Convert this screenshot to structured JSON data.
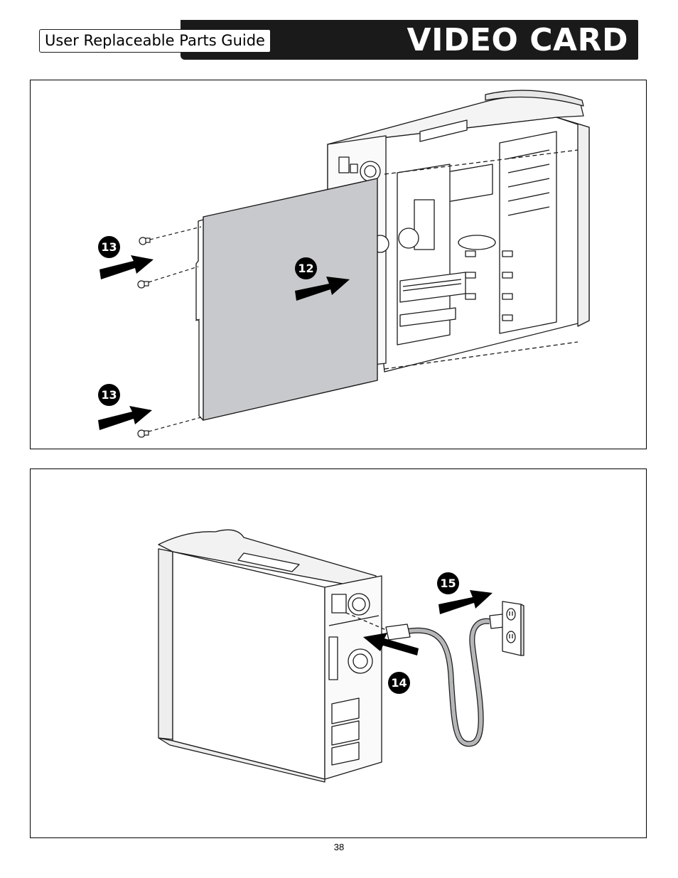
{
  "header": {
    "guide_label": "User Replaceable Parts Guide",
    "section_title": "VIDEO CARD"
  },
  "figure_1": {
    "steps": [
      "13",
      "12",
      "13"
    ]
  },
  "figure_2": {
    "steps": [
      "15",
      "14"
    ]
  },
  "footer": {
    "page_number": "38"
  },
  "colors": {
    "ink": "#1a1a1a",
    "panel_gray": "#c8c9cc",
    "cord_gray": "#b4b6b8"
  }
}
